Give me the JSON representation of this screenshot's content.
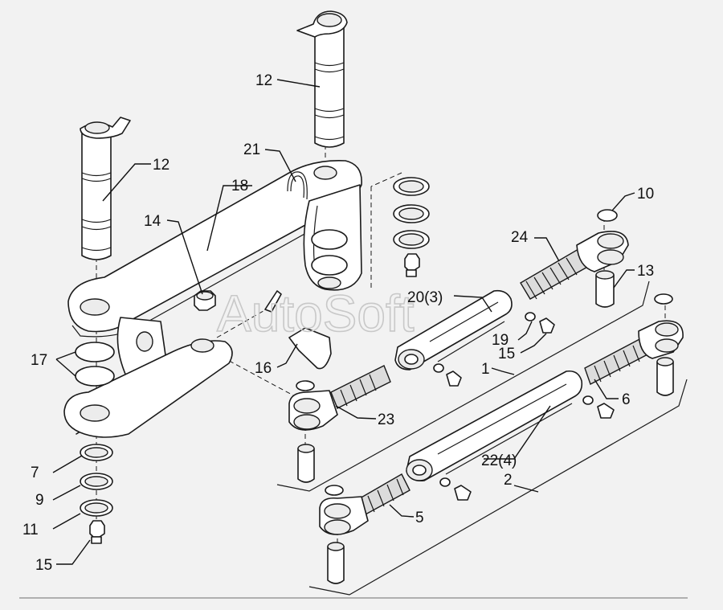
{
  "watermark": "AutoSoft",
  "callouts": {
    "c1": "1",
    "c2": "2",
    "c5": "5",
    "c6": "6",
    "c7": "7",
    "c9": "9",
    "c10": "10",
    "c11": "11",
    "c12a": "12",
    "c12b": "12",
    "c13": "13",
    "c14": "14",
    "c15a": "15",
    "c15b": "15",
    "c16": "16",
    "c17": "17",
    "c18": "18",
    "c19": "19",
    "c20": "20(3)",
    "c21": "21",
    "c22": "22(4)",
    "c23": "23",
    "c24": "24"
  }
}
